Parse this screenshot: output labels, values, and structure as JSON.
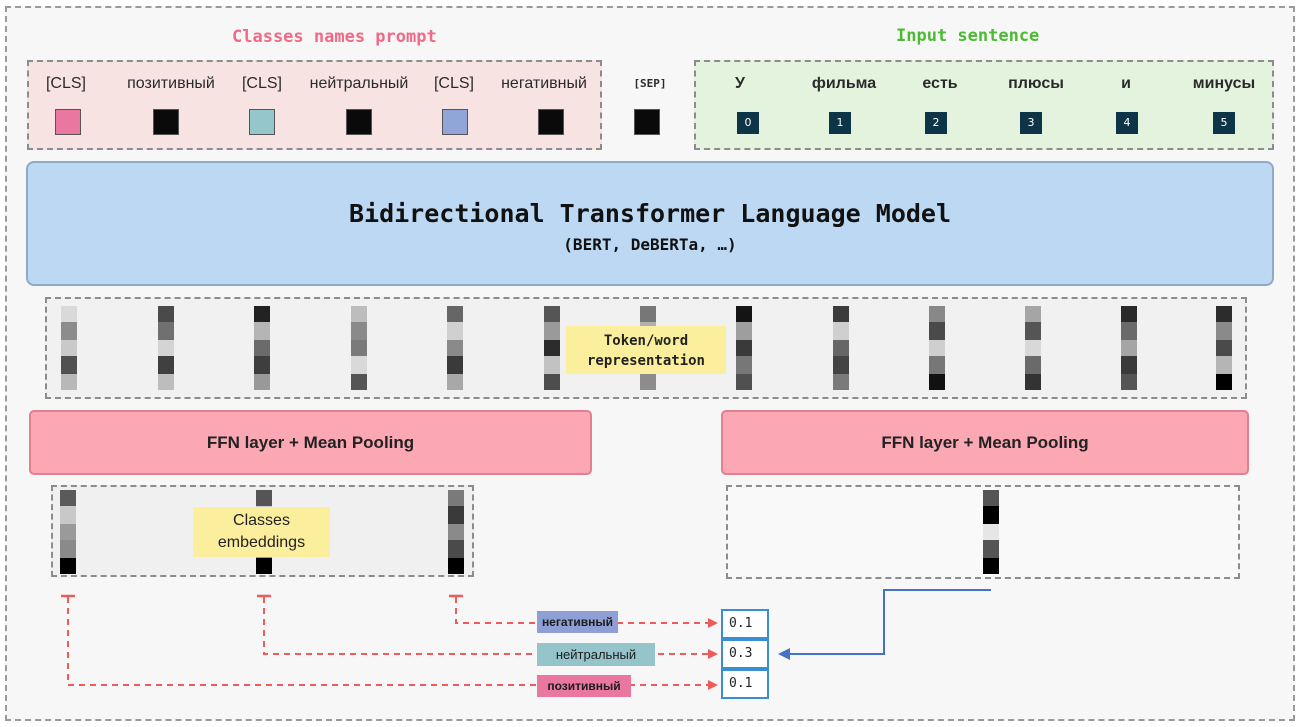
{
  "titles": {
    "classes_prompt": "Classes names prompt",
    "input_sentence": "Input sentence",
    "classes_color": "#f06a86",
    "input_color": "#4cbb34"
  },
  "prompt_tokens": [
    {
      "label": "[CLS]",
      "color": "#e9779f"
    },
    {
      "label": "позитивный",
      "color": "#0a0a0a"
    },
    {
      "label": "[CLS]",
      "color": "#94c6cc"
    },
    {
      "label": "нейтральный",
      "color": "#0a0a0a"
    },
    {
      "label": "[CLS]",
      "color": "#92a5d8"
    },
    {
      "label": "негативный",
      "color": "#0a0a0a"
    }
  ],
  "sep_token": {
    "label": "[SEP]",
    "color": "#0a0a0a"
  },
  "sentence_tokens": [
    {
      "word": "У",
      "index": "0"
    },
    {
      "word": "фильма",
      "index": "1"
    },
    {
      "word": "есть",
      "index": "2"
    },
    {
      "word": "плюсы",
      "index": "3"
    },
    {
      "word": "и",
      "index": "4"
    },
    {
      "word": "минусы",
      "index": "5"
    }
  ],
  "model": {
    "title": "Bidirectional Transformer Language Model",
    "subtitle": "(BERT, DeBERTa, …)"
  },
  "token_repr_label": "Token/word representation",
  "ffn_left": "FFN layer + Mean Pooling",
  "ffn_right": "FFN layer + Mean Pooling",
  "classes_embeddings_label": "Classes embeddings",
  "class_labels": [
    {
      "label": "негативный",
      "color": "#8e9fd6"
    },
    {
      "label": "нейтральный",
      "color": "#95c4cb"
    },
    {
      "label": "позитивный",
      "color": "#e9779f"
    }
  ],
  "scores": [
    "0.1",
    "0.3",
    "0.1"
  ]
}
